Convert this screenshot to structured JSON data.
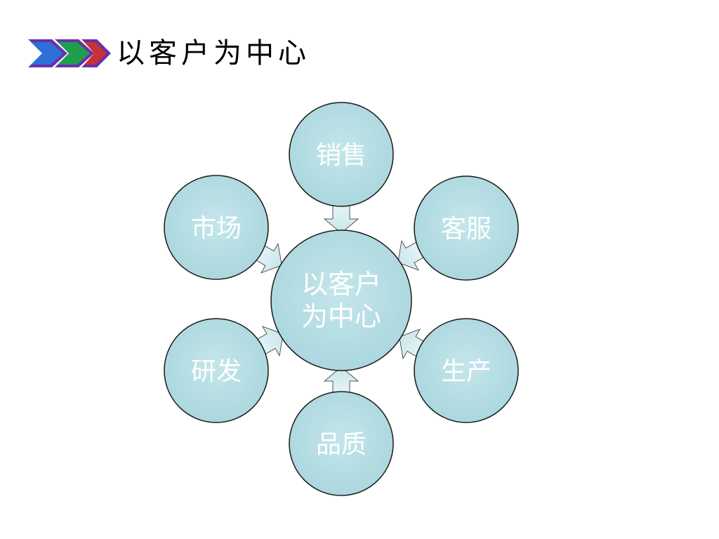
{
  "header": {
    "title": "以客户为中心",
    "chevron_colors": [
      "#2e6fd8",
      "#1e9e4e",
      "#c8313a"
    ]
  },
  "diagram": {
    "center": {
      "line1": "以客户",
      "line2": "为中心"
    },
    "nodes": [
      {
        "id": "sales",
        "label": "销售"
      },
      {
        "id": "service",
        "label": "客服"
      },
      {
        "id": "production",
        "label": "生产"
      },
      {
        "id": "quality",
        "label": "品质"
      },
      {
        "id": "rnd",
        "label": "研发"
      },
      {
        "id": "market",
        "label": "市场"
      }
    ],
    "colors": {
      "fill": "#b5dde3",
      "stroke": "#1a1a1a",
      "text": "#ffffff",
      "arrow_fill": "#d7eef1"
    }
  }
}
